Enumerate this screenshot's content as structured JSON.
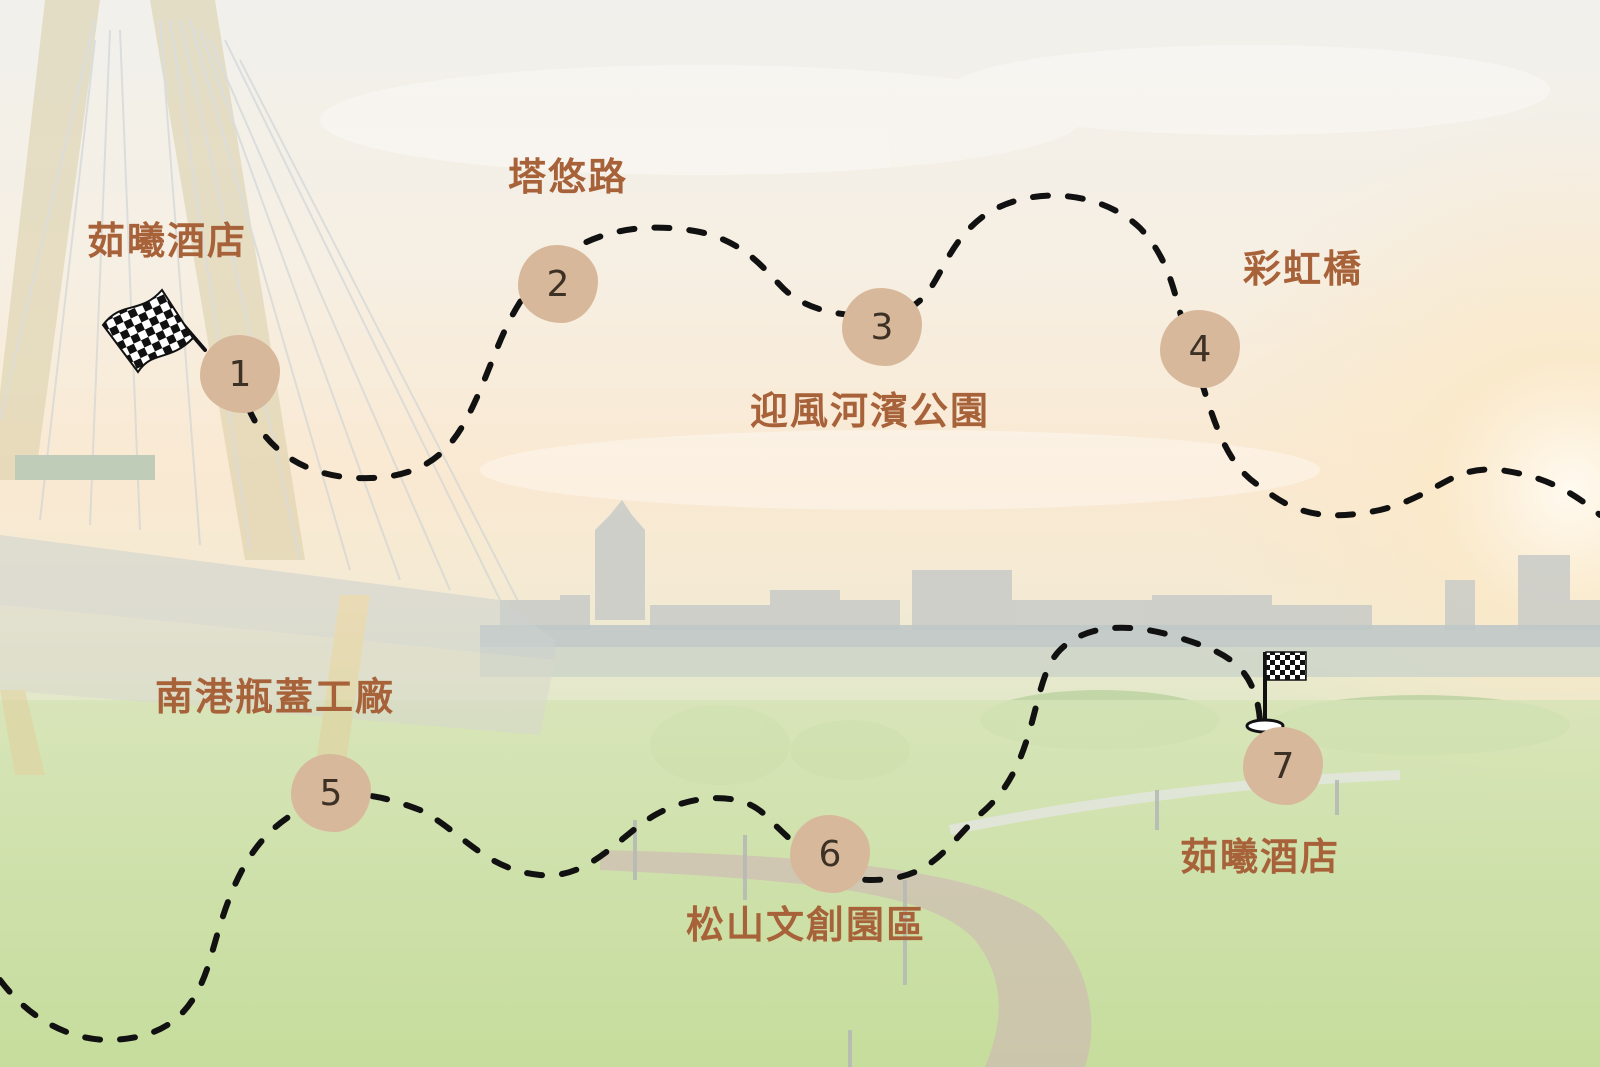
{
  "map": {
    "stops": [
      {
        "number": "1",
        "label": "茹曦酒店"
      },
      {
        "number": "2",
        "label": "塔悠路"
      },
      {
        "number": "3",
        "label": "迎風河濱公園"
      },
      {
        "number": "4",
        "label": "彩虹橋"
      },
      {
        "number": "5",
        "label": "南港瓶蓋工廠"
      },
      {
        "number": "6",
        "label": "松山文創園區"
      },
      {
        "number": "7",
        "label": "茹曦酒店"
      }
    ],
    "icons": {
      "start": "checkered-flag-icon",
      "finish": "golf-flag-icon"
    },
    "colors": {
      "label": "#a8623a",
      "marker": "#d7b89b",
      "route": "#111111"
    }
  }
}
